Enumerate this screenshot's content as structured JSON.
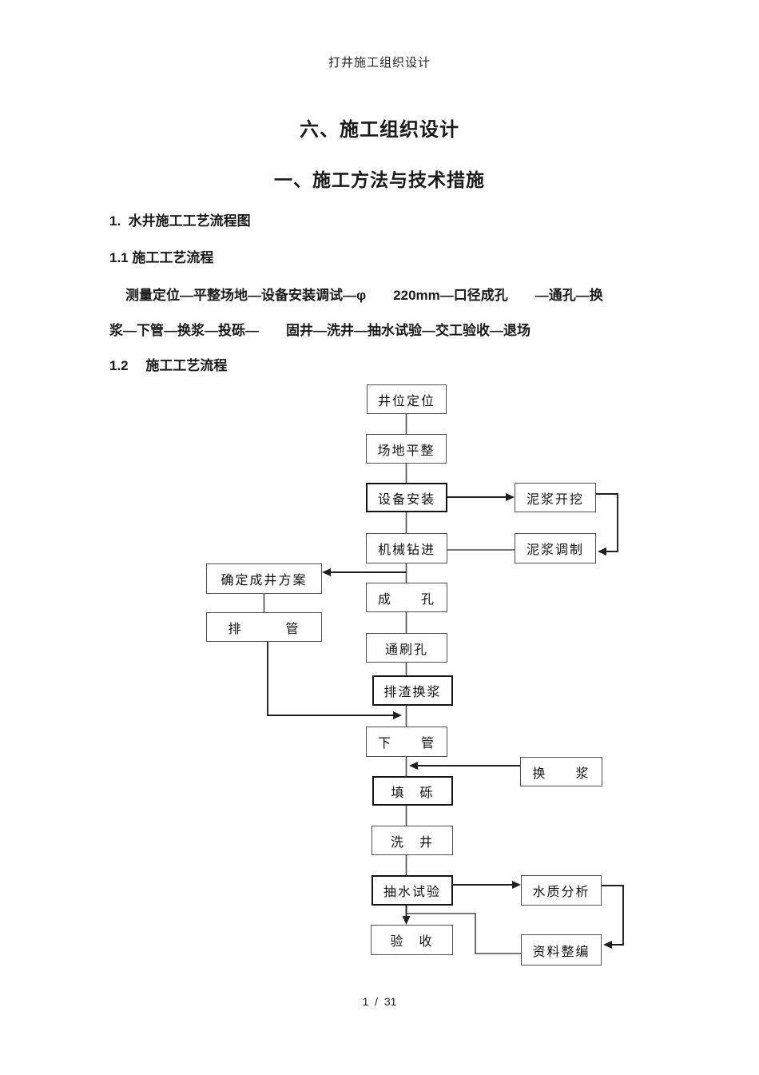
{
  "doc": {
    "header": "打井施工组织设计",
    "title": "六、施工组织设计",
    "subtitle": "一、施工方法与技术措施",
    "heading_1": "1.  水井施工工艺流程图",
    "heading_1_1": "1.1 施工工艺流程",
    "process_line_1": "测量定位—平整场地—设备安装调试—φ　　220mm—口径成孔　　—通孔—换",
    "process_line_2": "浆—下管—换浆—投砾—　　固井—洗井—抽水试验—交工验收—退场",
    "heading_1_2": "1.2　 施工工艺流程",
    "footer_page": "1  /  31"
  },
  "flowchart": {
    "nodes": {
      "well_position": "井位定位",
      "site_leveling": "场地平整",
      "equipment_install": "设备安装",
      "mud_excavation": "泥浆开挖",
      "mechanical_drilling": "机械钻进",
      "mud_preparation": "泥浆调制",
      "well_plan": "确定成井方案",
      "hole_forming": "成　　孔",
      "pipe_arrangement": "排　　　管",
      "hole_cleaning": "通刷孔",
      "slag_removal": "排渣换浆",
      "pipe_lowering": "下　　管",
      "slurry_replacement": "换　　浆",
      "gravel_filling": "填　砾",
      "well_washing": "洗　井",
      "pumping_test": "抽水试验",
      "water_quality": "水质分析",
      "acceptance": "验　收",
      "data_compilation": "资料整编"
    }
  },
  "colors": {
    "background": "#ffffff",
    "text": "#1a1a1a",
    "thin_border": "#4f4f4f",
    "bold_border": "#141414",
    "connector_line": "#4a4a4a",
    "arrow_line": "#1f1f1f"
  }
}
